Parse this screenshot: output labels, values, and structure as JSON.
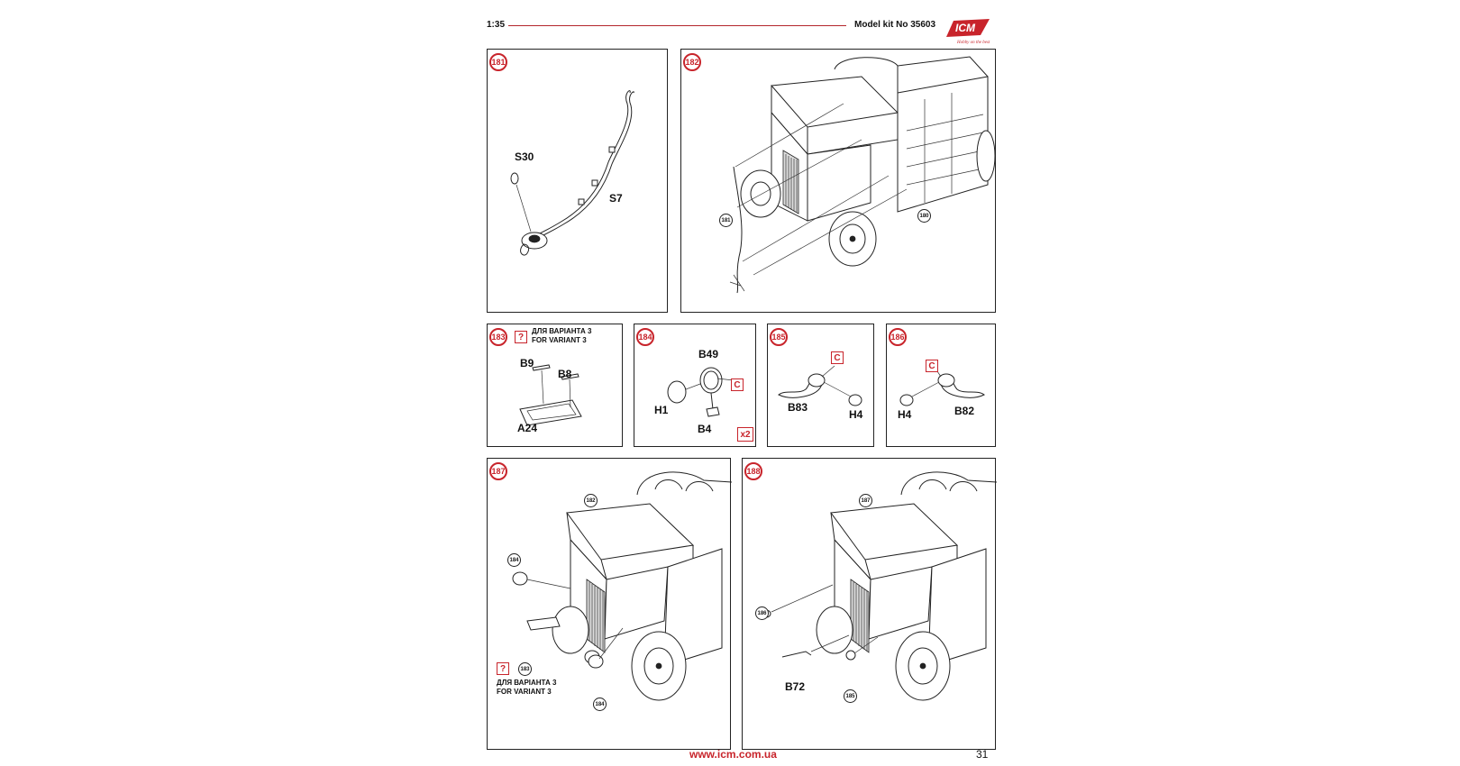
{
  "header": {
    "scale": "1:35",
    "kit_label": "Model kit No 35603",
    "logo_text": "ICM",
    "logo_tagline": "Hobby on the best"
  },
  "panels": {
    "p181": {
      "step": "181",
      "parts": {
        "s30": "S30",
        "s7": "S7"
      }
    },
    "p182": {
      "step": "182",
      "refs": {
        "r181": "181",
        "r180": "180"
      }
    },
    "p183": {
      "step": "183",
      "variant_icon": "?",
      "note_line1": "ДЛЯ ВАРІАНТА 3",
      "note_line2": "FOR VARIANT 3",
      "parts": {
        "b9": "B9",
        "b8": "B8",
        "a24": "A24"
      }
    },
    "p184": {
      "step": "184",
      "parts": {
        "b49": "B49",
        "h1": "H1",
        "b4": "B4"
      },
      "paint": "C",
      "multiplier": "x2"
    },
    "p185": {
      "step": "185",
      "parts": {
        "b83": "B83",
        "h4": "H4"
      },
      "paint": "C"
    },
    "p186": {
      "step": "186",
      "parts": {
        "h4": "H4",
        "b82": "B82"
      },
      "paint": "C"
    },
    "p187": {
      "step": "187",
      "refs": {
        "r182": "182",
        "r184a": "184",
        "r183": "183",
        "r184b": "184"
      },
      "variant_icon": "?",
      "note_line1": "ДЛЯ ВАРІАНТА 3",
      "note_line2": "FOR VARIANT 3"
    },
    "p188": {
      "step": "188",
      "refs": {
        "r187": "187",
        "r186": "186",
        "r185": "185"
      },
      "parts": {
        "b72": "B72"
      }
    }
  },
  "footer": {
    "url": "www.icm.com.ua",
    "page_number": "31"
  },
  "colors": {
    "accent_red": "#c8242b",
    "line": "#222222"
  }
}
